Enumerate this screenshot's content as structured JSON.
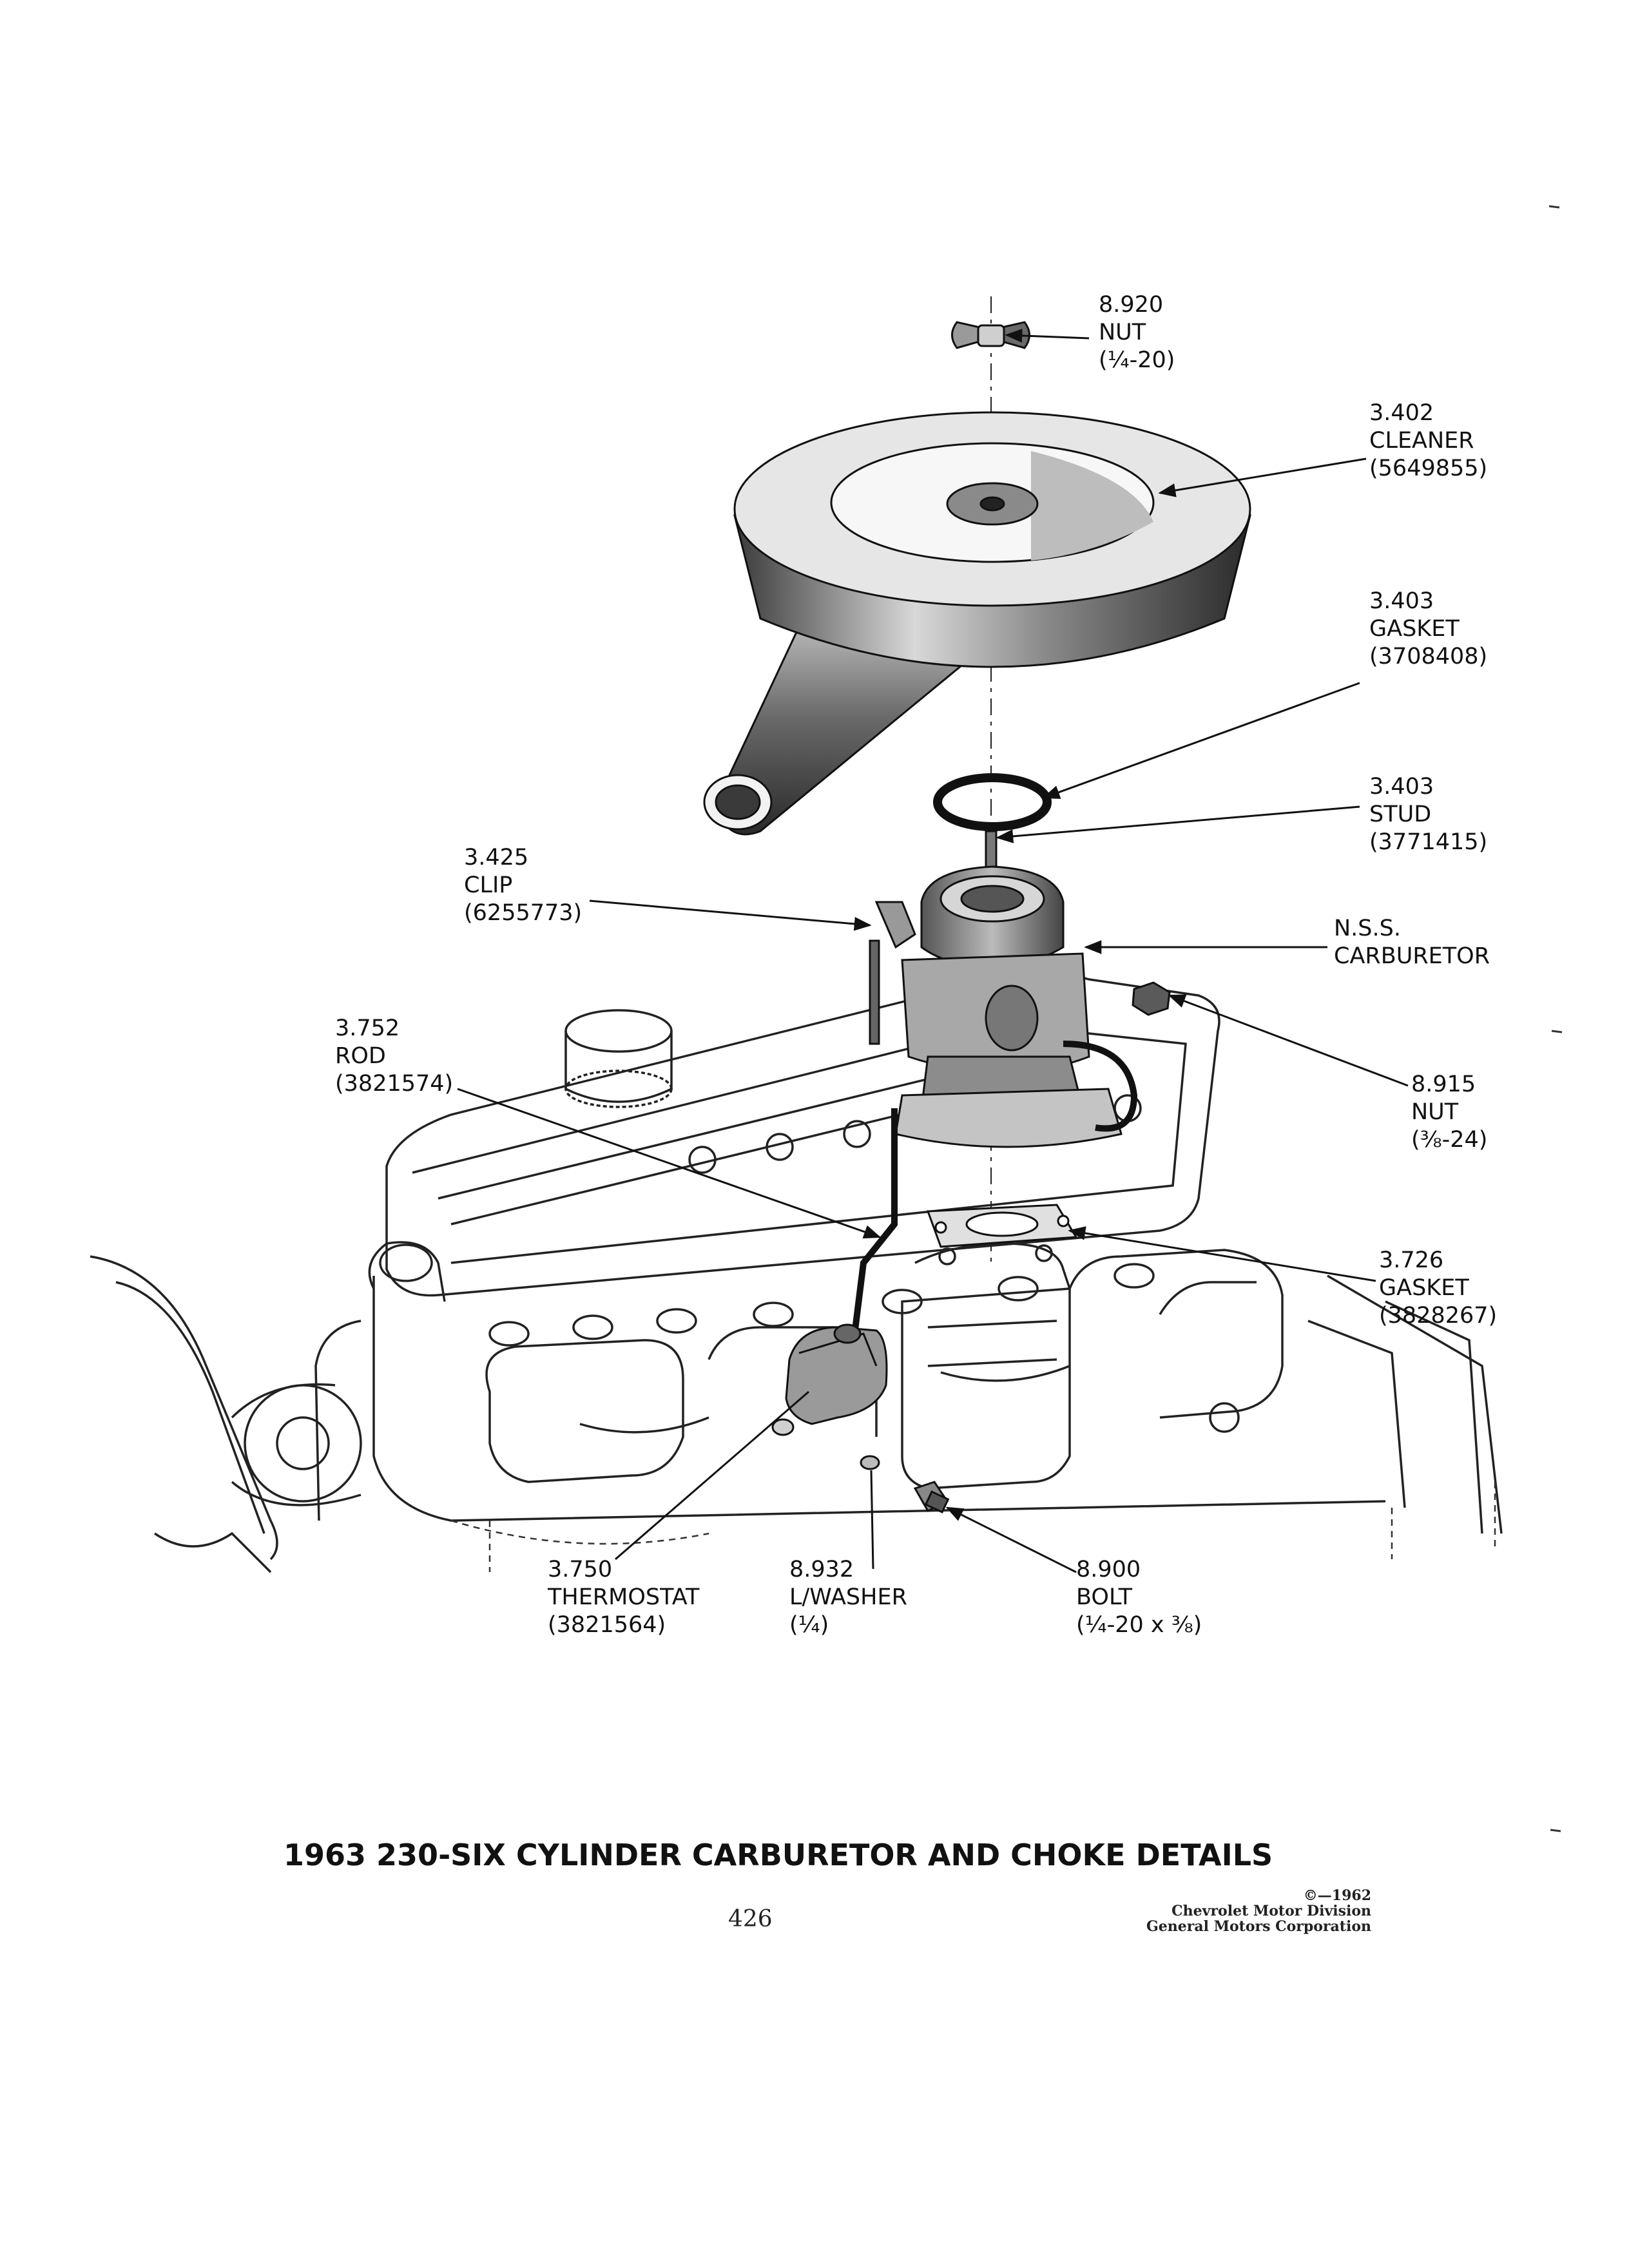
{
  "callouts": [
    {
      "id": "nut-top",
      "lines": [
        "8.920",
        "NUT",
        "(¼-20)"
      ]
    },
    {
      "id": "cleaner",
      "lines": [
        "3.402",
        "CLEANER",
        "(5649855)"
      ]
    },
    {
      "id": "gasket-top",
      "lines": [
        "3.403",
        "GASKET",
        "(3708408)"
      ]
    },
    {
      "id": "stud",
      "lines": [
        "3.403",
        "STUD",
        "(3771415)"
      ]
    },
    {
      "id": "clip",
      "lines": [
        "3.425",
        "CLIP",
        "(6255773)"
      ]
    },
    {
      "id": "carburetor",
      "lines": [
        "N.S.S.",
        "CARBURETOR"
      ]
    },
    {
      "id": "rod",
      "lines": [
        "3.752",
        "ROD",
        "(3821574)"
      ]
    },
    {
      "id": "nut-side",
      "lines": [
        "8.915",
        "NUT",
        "(⅜-24)"
      ]
    },
    {
      "id": "gasket-lower",
      "lines": [
        "3.726",
        "GASKET",
        "(3828267)"
      ]
    },
    {
      "id": "thermostat",
      "lines": [
        "3.750",
        "THERMOSTAT",
        "(3821564)"
      ]
    },
    {
      "id": "lwasher",
      "lines": [
        "8.932",
        "L/WASHER",
        "(¼)"
      ]
    },
    {
      "id": "bolt",
      "lines": [
        "8.900",
        "BOLT",
        "(¼-20 x ⅜)"
      ]
    }
  ],
  "title": "1963 230-SIX CYLINDER CARBURETOR AND CHOKE DETAILS",
  "page_number": "426",
  "credit": [
    "©—1962",
    "Chevrolet Motor Division",
    "General Motors Corporation"
  ]
}
